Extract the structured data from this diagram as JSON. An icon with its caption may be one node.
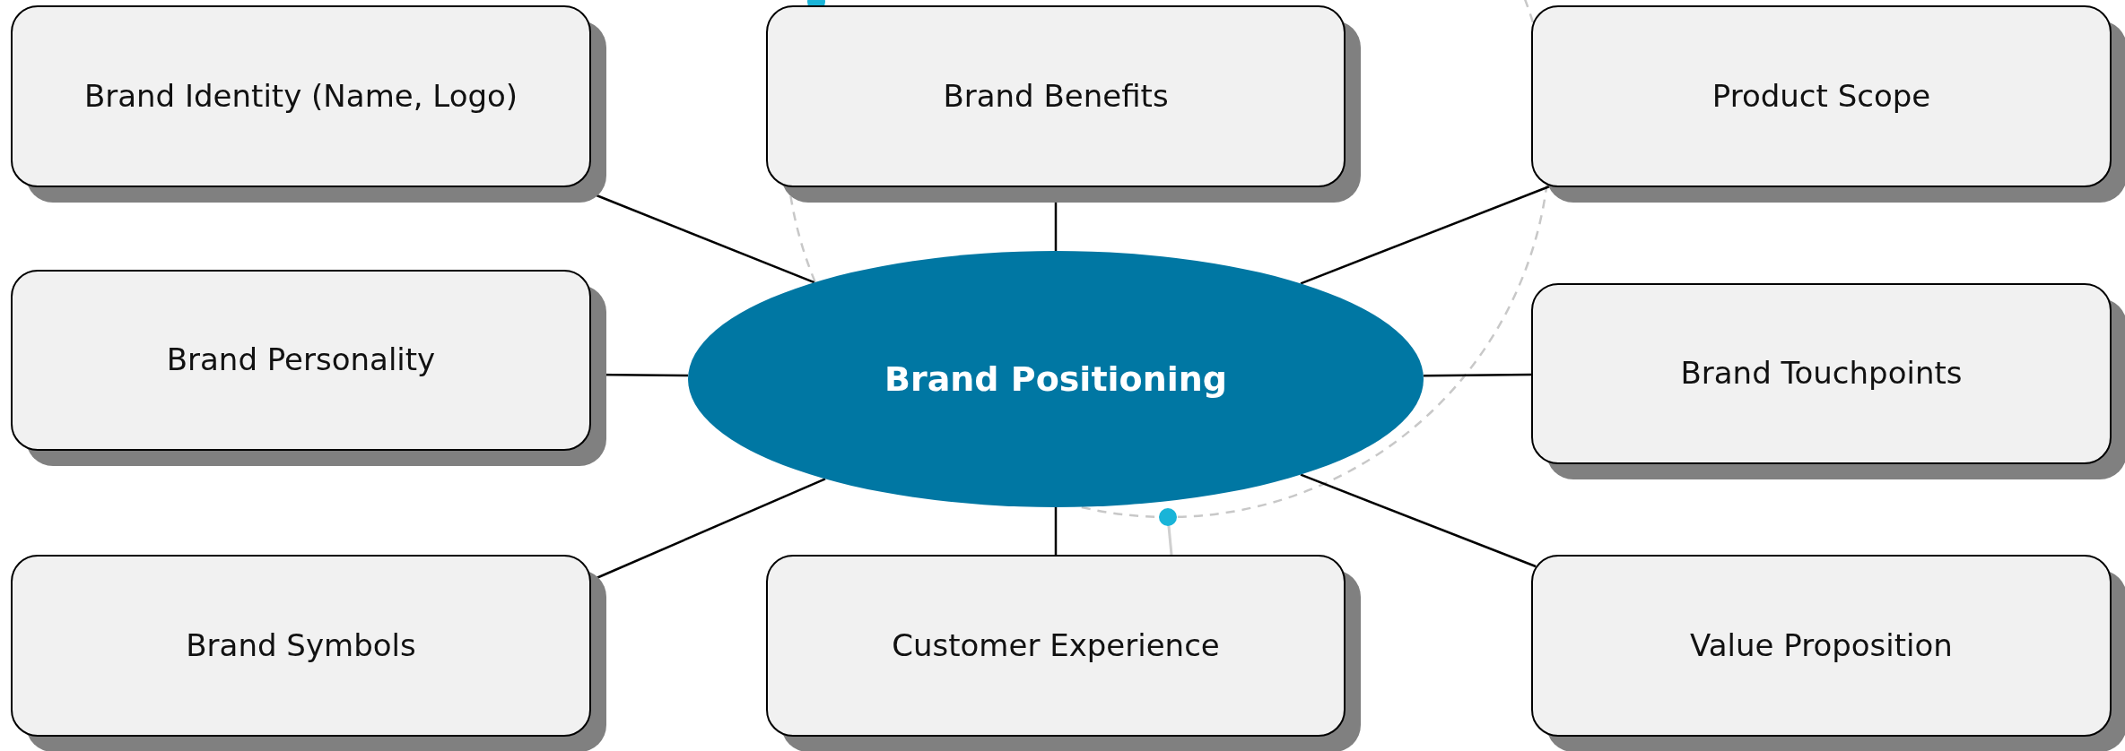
{
  "diagram": {
    "nodes": [
      {
        "text": [
          "Brand Identity (Name, Logo)"
        ]
      },
      {
        "text": [
          "Brand Benefits"
        ]
      },
      {
        "text": [
          "Product Scope"
        ]
      },
      {
        "text": [
          "Brand Personality"
        ]
      },
      {
        "text": [
          "Brand Positioning"
        ]
      },
      {
        "text": [
          "Brand Touchpoints"
        ]
      },
      {
        "text": [
          "Brand Symbols"
        ]
      },
      {
        "text": [
          "Customer Experience"
        ]
      },
      {
        "text": [
          "Value Proposition"
        ]
      }
    ],
    "edges": [
      {
        "from": 4,
        "to": 0,
        "arrow": "none"
      },
      {
        "from": 4,
        "to": 1,
        "arrow": "none"
      },
      {
        "from": 4,
        "to": 2,
        "arrow": "none"
      },
      {
        "from": 4,
        "to": 3,
        "arrow": "none"
      },
      {
        "from": 4,
        "to": 5,
        "arrow": "none"
      },
      {
        "from": 4,
        "to": 6,
        "arrow": "none"
      },
      {
        "from": 4,
        "to": 7,
        "arrow": "none"
      },
      {
        "from": 4,
        "to": 8,
        "arrow": "none"
      }
    ]
  }
}
